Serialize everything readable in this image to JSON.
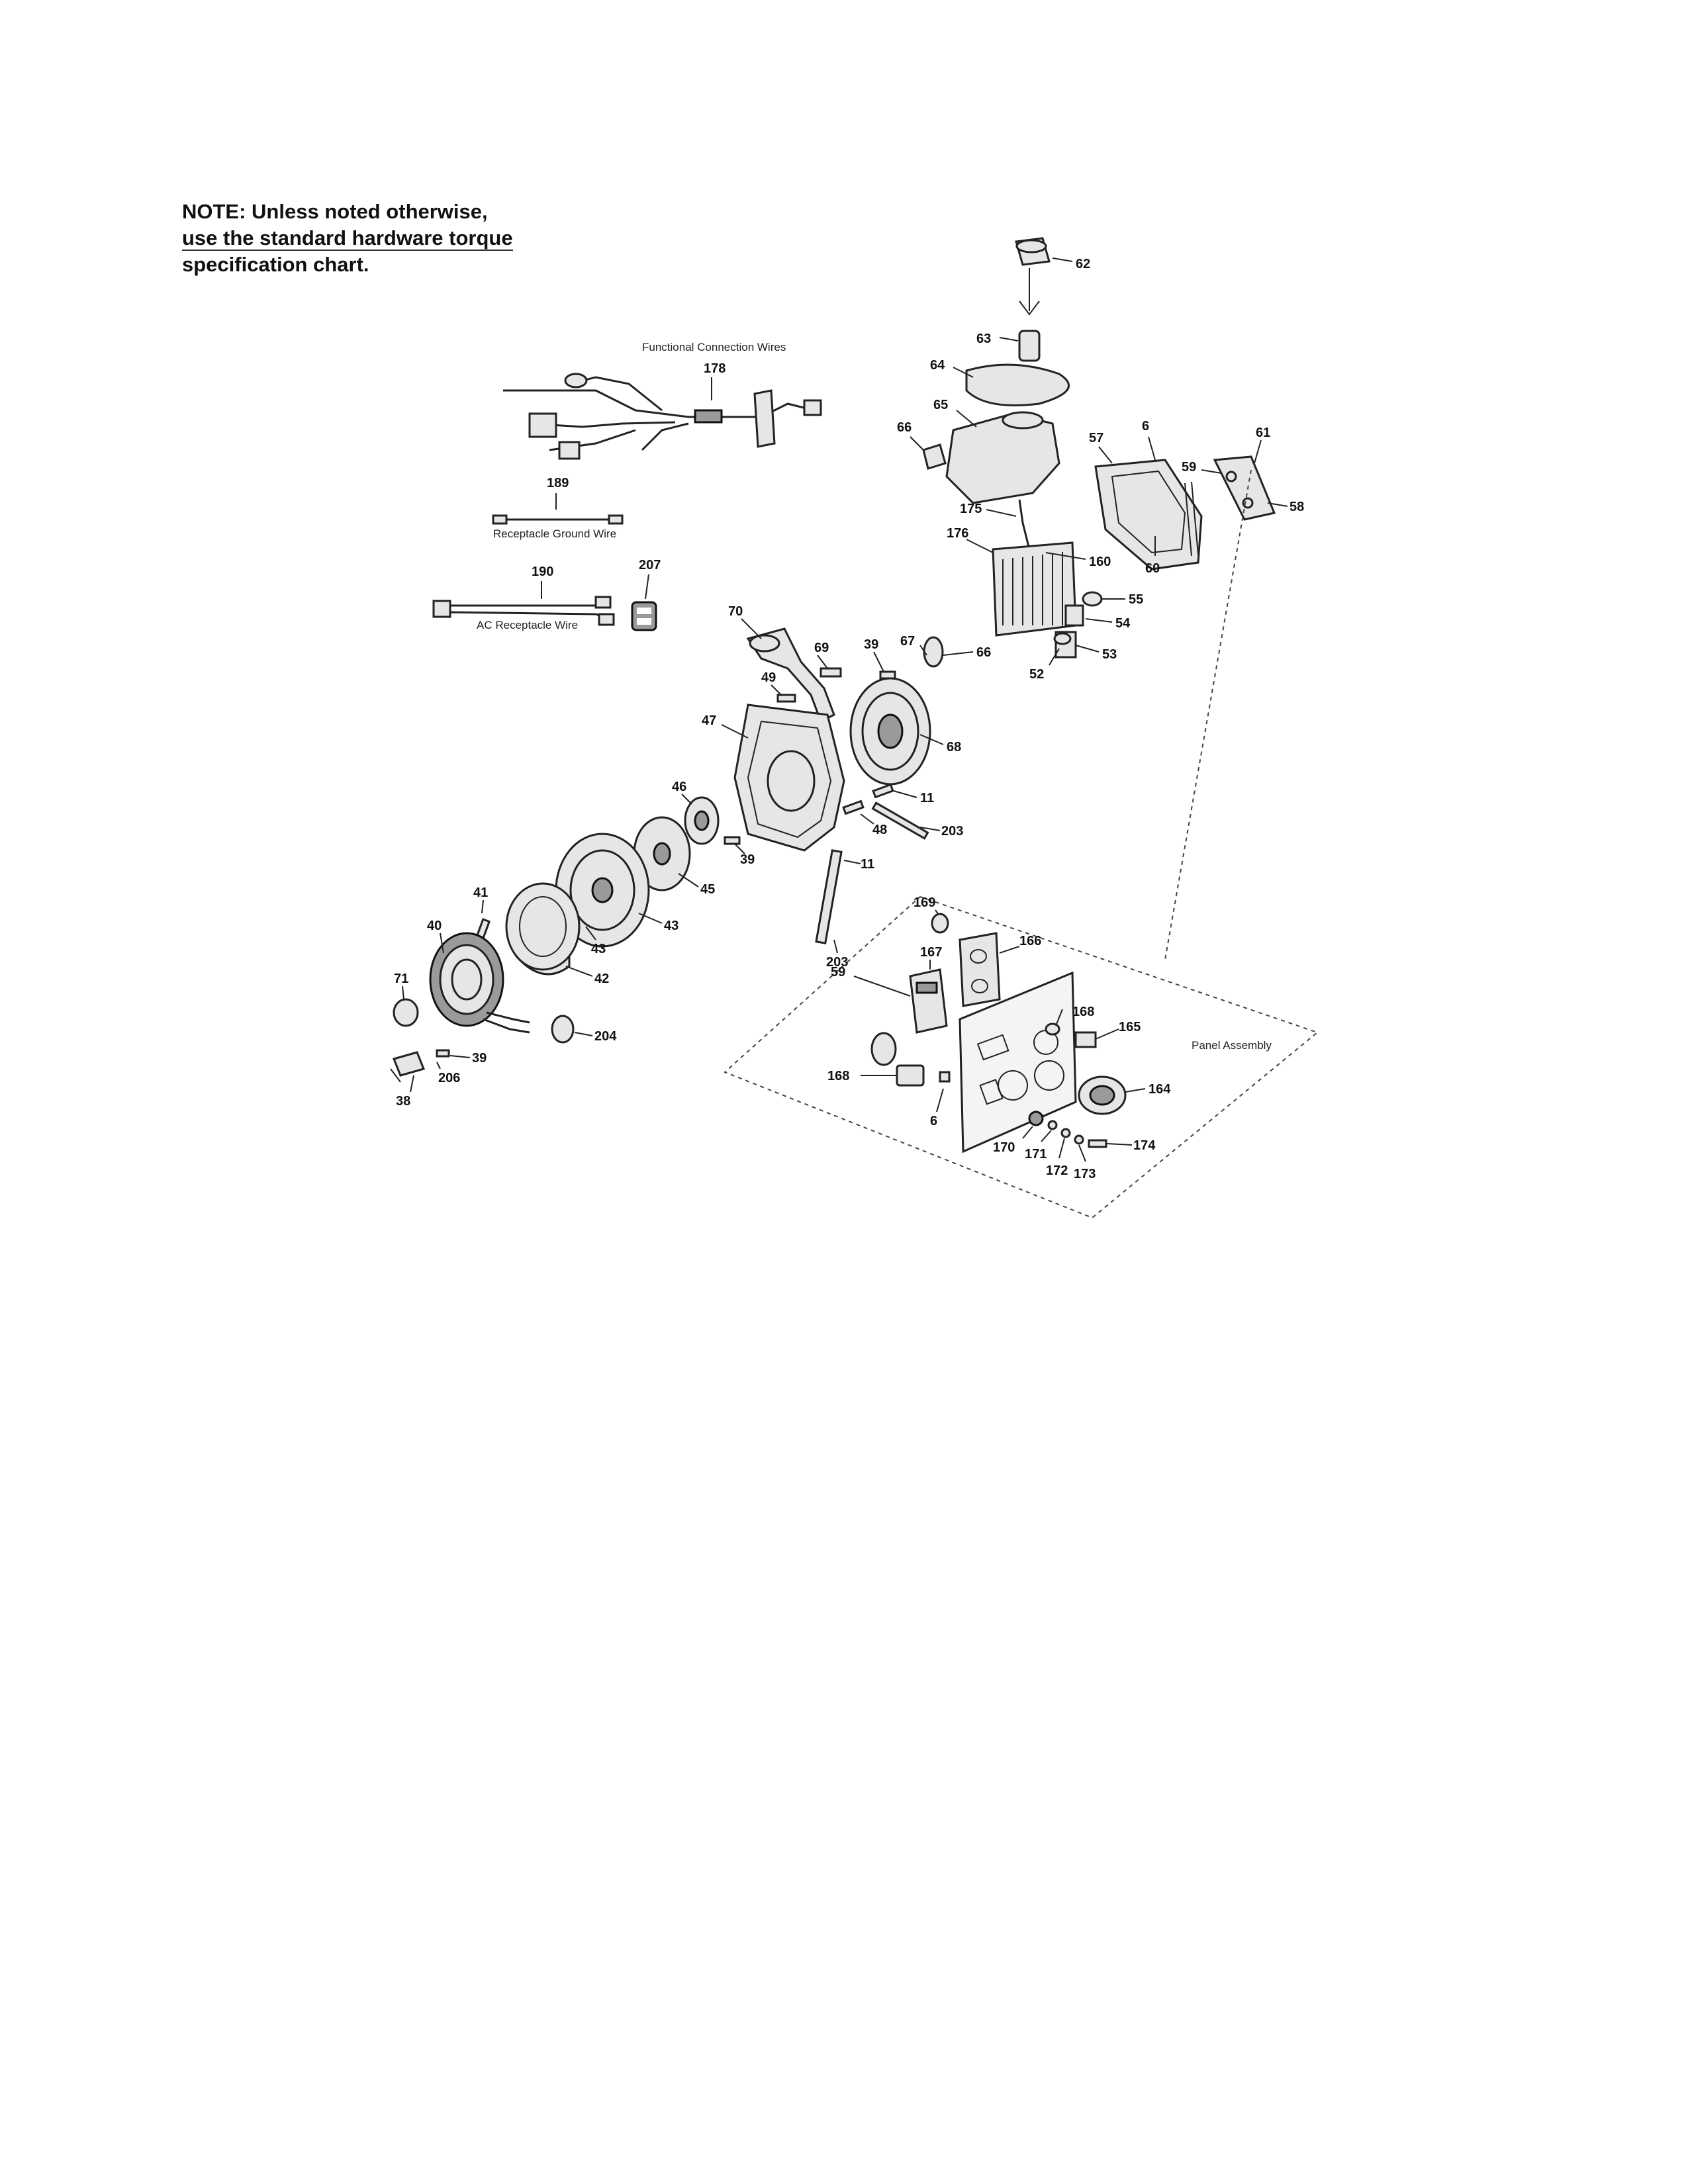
{
  "note": {
    "line1": "NOTE: Unless noted otherwise,",
    "line2": "use the standard hardware torque",
    "line3": "specification chart."
  },
  "captions": {
    "functional_wires": "Functional Connection Wires",
    "receptacle_ground_wire": "Receptacle Ground Wire",
    "ac_receptacle_wire": "AC Receptacle Wire",
    "panel_assembly": "Panel Assembly"
  },
  "callouts": {
    "p62": "62",
    "p63": "63",
    "p64": "64",
    "p65": "65",
    "p66a": "66",
    "p57": "57",
    "p6a": "6",
    "p61": "61",
    "p59a": "59",
    "p58": "58",
    "p175": "175",
    "p176": "176",
    "p160": "160",
    "p60": "60",
    "p55": "55",
    "p54": "54",
    "p53": "53",
    "p52": "52",
    "p178": "178",
    "p189": "189",
    "p190": "190",
    "p207": "207",
    "p70": "70",
    "p69": "69",
    "p39a": "39",
    "p67": "67",
    "p66b": "66",
    "p49": "49",
    "p47": "47",
    "p68": "68",
    "p46": "46",
    "p11a": "11",
    "p48": "48",
    "p203a": "203",
    "p39b": "39",
    "p45": "45",
    "p11b": "11",
    "p41": "41",
    "p40": "40",
    "p43a": "43",
    "p43b": "43",
    "p42": "42",
    "p203b": "203",
    "p169": "169",
    "p71": "71",
    "p204": "204",
    "p206": "206",
    "p39c": "39",
    "p38": "38",
    "p166": "166",
    "p167": "167",
    "p59b": "59",
    "p168a": "168",
    "p165": "165",
    "p168b": "168",
    "p164": "164",
    "p6b": "6",
    "p170": "170",
    "p171": "171",
    "p172": "172",
    "p173": "173",
    "p174": "174"
  }
}
